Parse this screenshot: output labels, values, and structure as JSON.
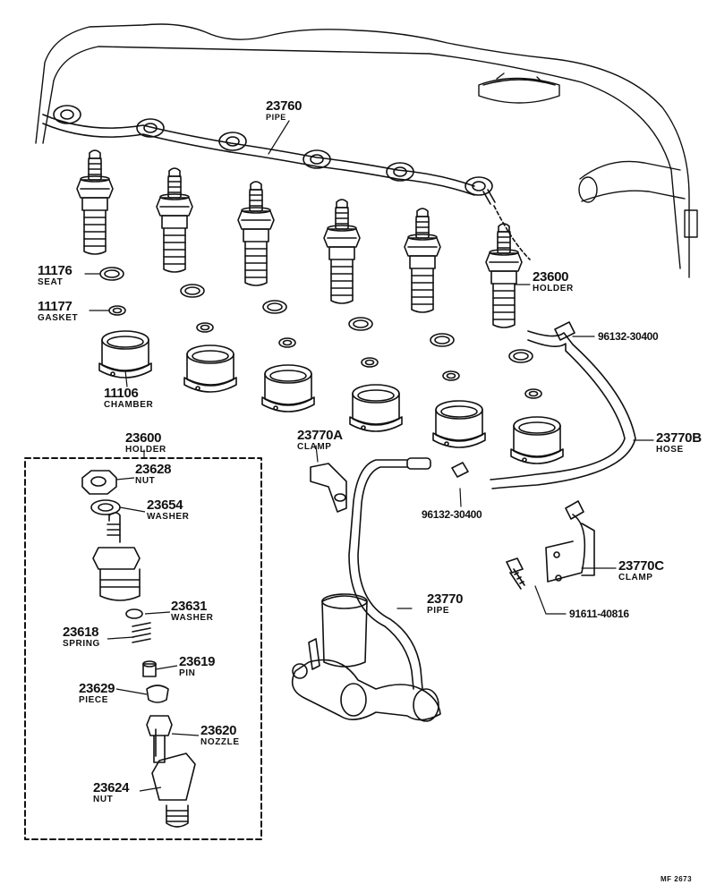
{
  "labels": {
    "pipe_top": {
      "num": "23760",
      "name": "PIPE"
    },
    "seat": {
      "num": "11176",
      "name": "SEAT"
    },
    "gasket": {
      "num": "11177",
      "name": "GASKET"
    },
    "chamber": {
      "num": "11106",
      "name": "CHAMBER"
    },
    "holder_right": {
      "num": "23600",
      "name": "HOLDER"
    },
    "clip_upper": {
      "num": "96132-30400"
    },
    "hose": {
      "num": "23770B",
      "name": "HOSE"
    },
    "clamp_a": {
      "num": "23770A",
      "name": "CLAMP"
    },
    "clip_lower": {
      "num": "96132-30400"
    },
    "clamp_c": {
      "num": "23770C",
      "name": "CLAMP"
    },
    "bolt": {
      "num": "91611-40816"
    },
    "pipe_lower": {
      "num": "23770",
      "name": "PIPE"
    },
    "holder_assy": {
      "num": "23600",
      "name": "HOLDER"
    },
    "nut_top": {
      "num": "23628",
      "name": "NUT"
    },
    "washer_top": {
      "num": "23654",
      "name": "WASHER"
    },
    "washer_mid": {
      "num": "23631",
      "name": "WASHER"
    },
    "spring": {
      "num": "23618",
      "name": "SPRING"
    },
    "pin": {
      "num": "23619",
      "name": "PIN"
    },
    "piece": {
      "num": "23629",
      "name": "PIECE"
    },
    "nozzle": {
      "num": "23620",
      "name": "NOZZLE"
    },
    "nut_bottom": {
      "num": "23624",
      "name": "NUT"
    }
  },
  "figure_code": "MF 2673"
}
